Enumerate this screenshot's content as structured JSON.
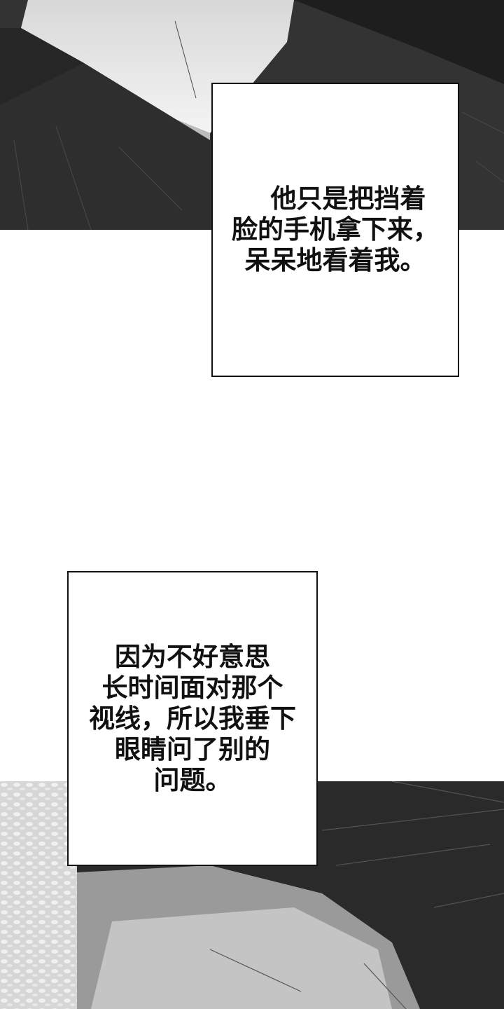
{
  "captions": [
    {
      "lines": [
        "　他只是把挡着",
        "脸的手机拿下来，",
        "呆呆地看着我。"
      ]
    },
    {
      "lines": [
        "因为不好意思",
        "长时间面对那个",
        "视线，所以我垂下",
        "眼睛问了别的",
        "问题。"
      ]
    }
  ],
  "colors": {
    "panel_dark": "#2b2b2b",
    "caption_bg": "#ffffff",
    "caption_border": "#111111"
  }
}
